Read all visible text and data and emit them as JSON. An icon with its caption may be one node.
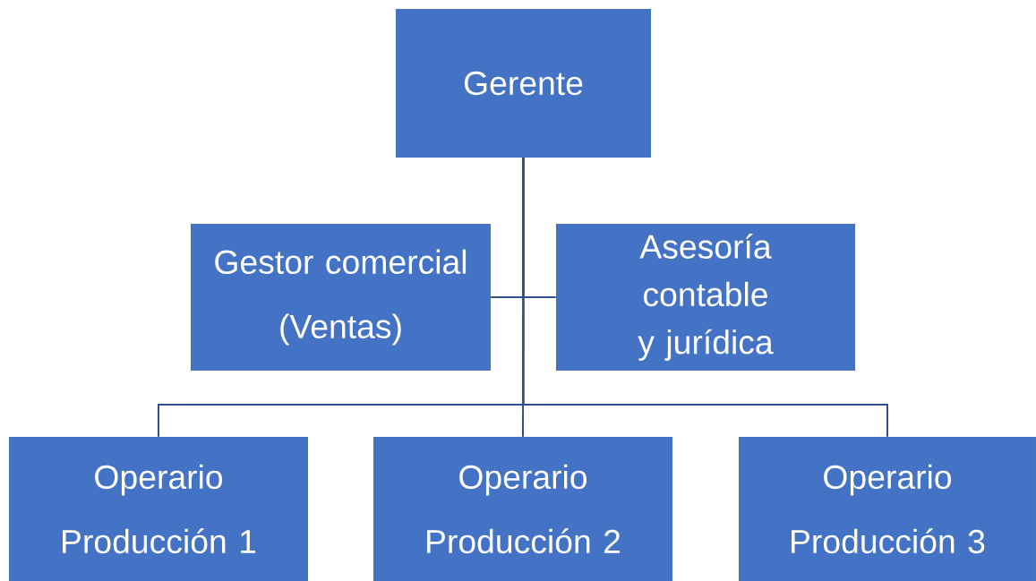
{
  "diagram": {
    "nodes": [
      {
        "text": [
          "Gerente"
        ]
      },
      {
        "text": [
          "Gestor comercial (Ventas)"
        ]
      },
      {
        "text": [
          "Asesoría contable y jurídica"
        ]
      },
      {
        "text": [
          "Operario Producción 1"
        ]
      },
      {
        "text": [
          "Operario Producción 2"
        ]
      },
      {
        "text": [
          "Operario Producción 3"
        ]
      }
    ],
    "edges": [
      {
        "from": 0,
        "to": 1,
        "arrow": "none"
      },
      {
        "from": 0,
        "to": 2,
        "arrow": "none"
      },
      {
        "from": 0,
        "to": 3,
        "arrow": "none"
      },
      {
        "from": 0,
        "to": 4,
        "arrow": "none"
      },
      {
        "from": 0,
        "to": 5,
        "arrow": "none"
      }
    ]
  }
}
